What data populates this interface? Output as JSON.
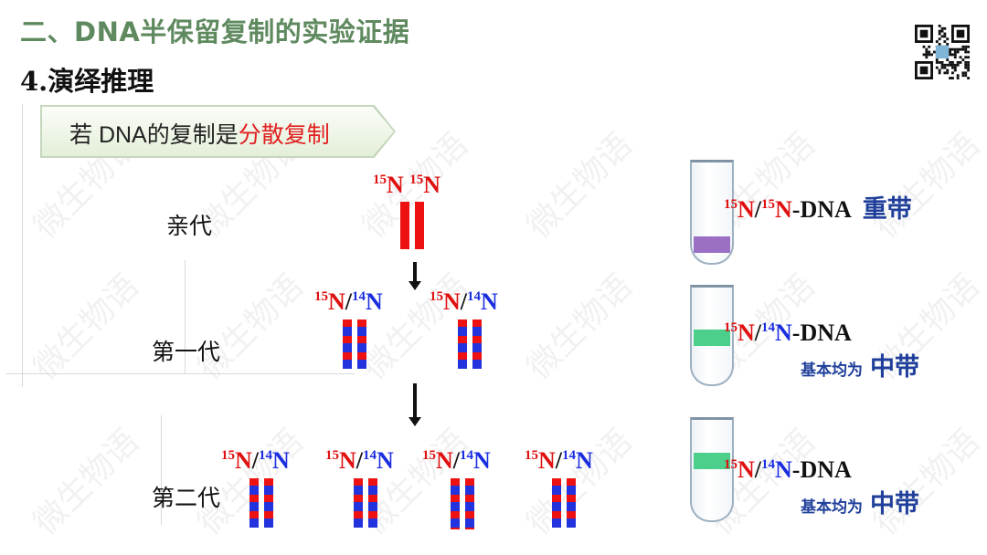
{
  "header": {
    "section_title": "二、DNA半保留复制的实验证据",
    "subtitle": "4.演绎推理"
  },
  "scenario": {
    "prefix": "若 DNA的复制是",
    "highlight": "分散复制",
    "highlight_color": "#e02020"
  },
  "generations": [
    {
      "label": "亲代",
      "molecules": [
        {
          "strand_a_mass": "15",
          "strand_a_symbol": "N",
          "separator": "",
          "strand_b_mass": "15",
          "strand_b_symbol": "N",
          "pattern": "heavy"
        }
      ]
    },
    {
      "label": "第一代",
      "molecules": [
        {
          "strand_a_mass": "15",
          "strand_a_symbol": "N",
          "separator": "/",
          "strand_b_mass": "14",
          "strand_b_symbol": "N",
          "pattern": "dispersed"
        },
        {
          "strand_a_mass": "15",
          "strand_a_symbol": "N",
          "separator": "/",
          "strand_b_mass": "14",
          "strand_b_symbol": "N",
          "pattern": "dispersed"
        }
      ]
    },
    {
      "label": "第二代",
      "molecules": [
        {
          "strand_a_mass": "15",
          "strand_a_symbol": "N",
          "separator": "/",
          "strand_b_mass": "14",
          "strand_b_symbol": "N",
          "pattern": "dispersed"
        },
        {
          "strand_a_mass": "15",
          "strand_a_symbol": "N",
          "separator": "/",
          "strand_b_mass": "14",
          "strand_b_symbol": "N",
          "pattern": "dispersed"
        },
        {
          "strand_a_mass": "15",
          "strand_a_symbol": "N",
          "separator": "/",
          "strand_b_mass": "14",
          "strand_b_symbol": "N",
          "pattern": "dispersed"
        },
        {
          "strand_a_mass": "15",
          "strand_a_symbol": "N",
          "separator": "/",
          "strand_b_mass": "14",
          "strand_b_symbol": "N",
          "pattern": "dispersed"
        }
      ]
    }
  ],
  "results": [
    {
      "mass_a": "15",
      "symbol_a": "N",
      "separator": "/",
      "mass_b": "15",
      "symbol_b": "N",
      "suffix": "-DNA",
      "description": "",
      "band": "重带",
      "band_color": "#9b6fc4"
    },
    {
      "mass_a": "15",
      "symbol_a": "N",
      "separator": "/",
      "mass_b": "14",
      "symbol_b": "N",
      "suffix": "-DNA",
      "description": "基本均为",
      "band": "中带",
      "band_color": "#4ccf8a"
    },
    {
      "mass_a": "15",
      "symbol_a": "N",
      "separator": "/",
      "mass_b": "14",
      "symbol_b": "N",
      "suffix": "-DNA",
      "description": "基本均为",
      "band": "中带",
      "band_color": "#4ccf8a"
    }
  ],
  "colors": {
    "heavy_isotope": "#e01010",
    "light_isotope": "#1a2ee0",
    "title_green": "#5f8a5f"
  },
  "watermark": "微生物语"
}
